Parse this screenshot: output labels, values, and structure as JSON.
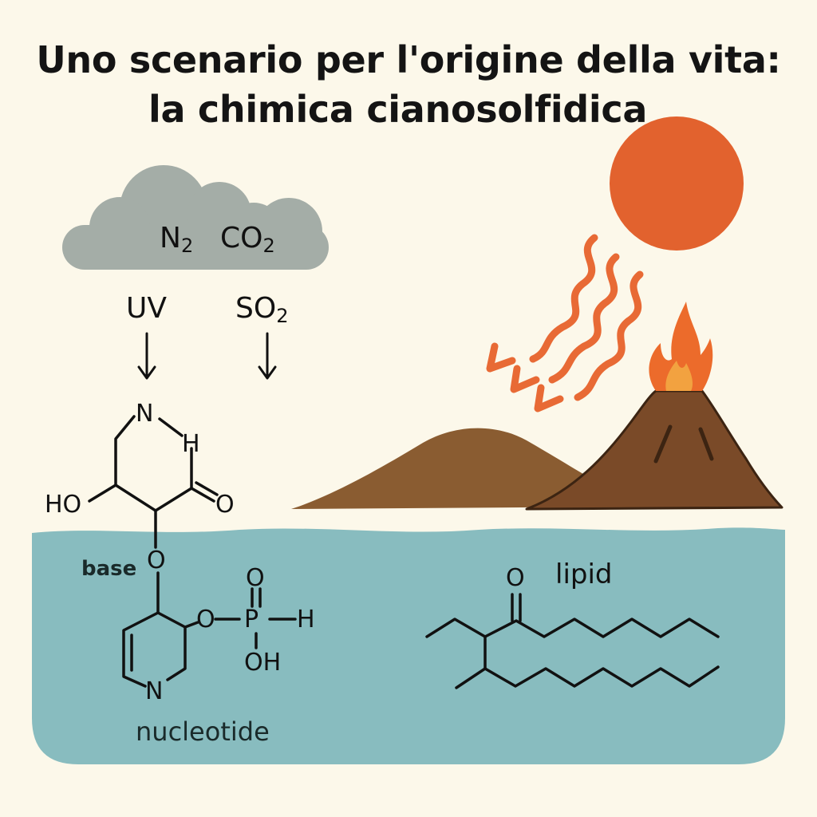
{
  "title": {
    "line1": "Uno scenario per l'origine della vita:",
    "line2": "la chimica cianosolfidica"
  },
  "atmosphere": {
    "n2": "N",
    "n2_sub": "2",
    "co2": "CO",
    "co2_sub": "2"
  },
  "inputs": {
    "uv": "UV",
    "so2": "SO",
    "so2_sub": "2"
  },
  "molecule_top": {
    "n": "N",
    "h": "H",
    "ho": "HO",
    "o": "O"
  },
  "nucleotide": {
    "base_label": "base",
    "ring_o": "O",
    "link_o": "O",
    "p": "P",
    "p_o": "O",
    "p_h": "H",
    "oh": "OH",
    "ring_n": "N",
    "label": "nucleotide"
  },
  "lipid": {
    "o": "O",
    "label": "lipid"
  },
  "colors": {
    "background": "#fcf8ea",
    "water": "#88bcbf",
    "cloud": "#a4ada7",
    "sun": "#e2622e",
    "uv_rays": "#e86a35",
    "hill": "#8a5c31",
    "volcano": "#7a4a28",
    "flame": "#ec6b2b",
    "flame_inner": "#f2a240"
  }
}
